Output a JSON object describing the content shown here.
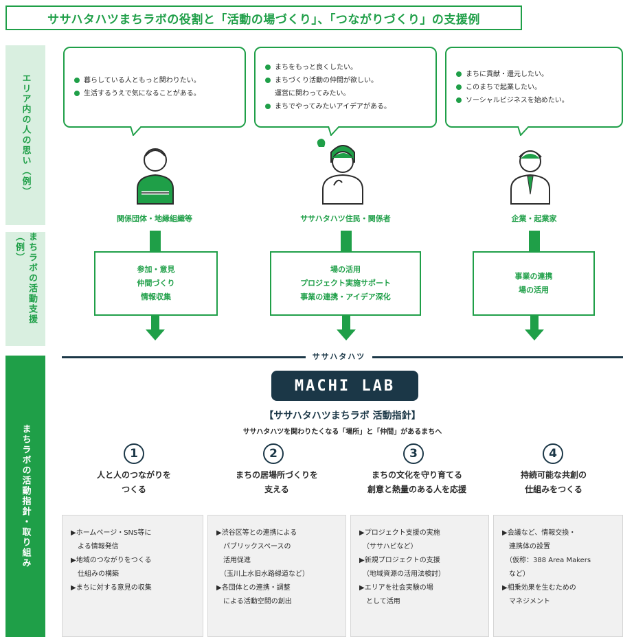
{
  "title": "ササハタハツまちラボの役割と「活動の場づくり」、「つながりづくり」の支援例",
  "sidebars": {
    "thoughts": "エリア内の人の思い（例）",
    "support": "まちラボの活動支援（例）",
    "policy": "まちラボの活動指針・取り組み"
  },
  "bubbles": [
    {
      "lines": [
        "暮らしている人ともっと関わりたい。",
        "生活するうえで気になることがある。"
      ]
    },
    {
      "lines": [
        "まちをもっと良くしたい。",
        "まちづくり活動の仲間が欲しい。",
        "運営に関わってみたい。",
        "まちでやってみたいアイデアがある。"
      ]
    },
    {
      "lines": [
        "まちに貢献・還元したい。",
        "このまちで起業したい。",
        "ソーシャルビジネスを始めたい。"
      ]
    }
  ],
  "actors": [
    "関係団体・地縁組織等",
    "ササハタハツ住民・関係者",
    "企業・起業家"
  ],
  "supports": [
    {
      "lines": [
        "参加・意見",
        "仲間づくり",
        "情報収集"
      ]
    },
    {
      "lines": [
        "場の活用",
        "プロジェクト実施サポート",
        "事業の連携・アイデア深化"
      ]
    },
    {
      "lines": [
        "事業の連携",
        "場の活用"
      ]
    }
  ],
  "brand": {
    "name": "ササハタハツ",
    "logo": "MACHI LAB",
    "policy_title": "【ササハタハツまちラボ 活動指針】",
    "policy_subtitle": "ササハタハツを関わりたくなる「場所」と「仲間」があるまちへ"
  },
  "pillars": [
    {
      "num": "1",
      "title1": "人と人のつながりを",
      "title2": "つくる",
      "items": [
        "▶ホームページ・SNS等に",
        "　よる情報発信",
        "▶地域のつながりをつくる",
        "　仕組みの構築",
        "▶まちに対する意見の収集"
      ]
    },
    {
      "num": "2",
      "title1": "まちの居場所づくりを",
      "title2": "支える",
      "items": [
        "▶渋谷区等との連携による",
        "　パブリックスペースの",
        "　活用促進",
        "　（玉川上水旧水路緑道など）",
        "▶各団体との連携・調整",
        "　による活動空間の創出"
      ]
    },
    {
      "num": "3",
      "title1": "まちの文化を守り育てる",
      "title2": "創意と熱量のある人を応援",
      "items": [
        "▶プロジェクト支援の実施",
        "　（ササハビなど）",
        "▶新規プロジェクトの支援",
        "　（地域資源の活用法検討）",
        "▶エリアを社会実験の場",
        "　として活用"
      ]
    },
    {
      "num": "4",
      "title1": "持続可能な共創の",
      "title2": "仕組みをつくる",
      "items": [
        "▶会議など、情報交換・",
        "　連携体の設置",
        "　（仮称：388 Area Makers",
        "　など）",
        "▶相乗効果を生むための",
        "　マネジメント"
      ]
    }
  ],
  "colors": {
    "green": "#1f9f48",
    "navy": "#1b3747",
    "light_green": "#d9efe0",
    "gray_box": "#f1f1f1"
  }
}
